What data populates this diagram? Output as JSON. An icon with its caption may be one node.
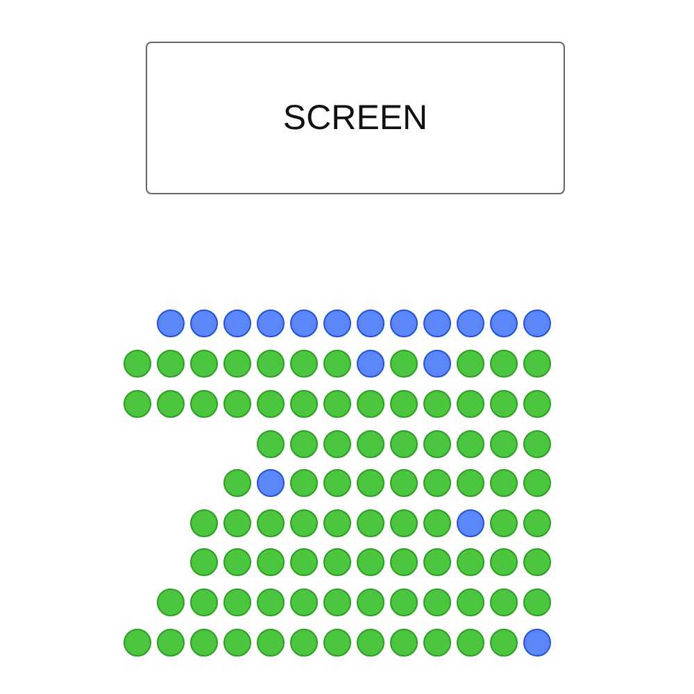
{
  "diagram": {
    "nodes": [
      {
        "text": [
          "SCREEN"
        ]
      },
      {
        "text": [],
        "shape": "circle"
      },
      {
        "text": [],
        "shape": "circle"
      },
      {
        "text": [],
        "shape": "circle"
      },
      {
        "text": [],
        "shape": "circle"
      },
      {
        "text": [],
        "shape": "circle"
      },
      {
        "text": [],
        "shape": "circle"
      },
      {
        "text": [],
        "shape": "circle"
      },
      {
        "text": [],
        "shape": "circle"
      },
      {
        "text": [],
        "shape": "circle"
      },
      {
        "text": [],
        "shape": "circle"
      },
      {
        "text": [],
        "shape": "circle"
      },
      {
        "text": [],
        "shape": "circle"
      },
      {
        "text": [],
        "shape": "circle"
      },
      {
        "text": [],
        "shape": "circle"
      },
      {
        "text": [],
        "shape": "circle"
      },
      {
        "text": [],
        "shape": "circle"
      },
      {
        "text": [],
        "shape": "circle"
      },
      {
        "text": [],
        "shape": "circle"
      },
      {
        "text": [],
        "shape": "circle"
      },
      {
        "text": [],
        "shape": "circle"
      },
      {
        "text": [],
        "shape": "circle"
      },
      {
        "text": [],
        "shape": "circle"
      },
      {
        "text": [],
        "shape": "circle"
      },
      {
        "text": [],
        "shape": "circle"
      },
      {
        "text": [],
        "shape": "circle"
      },
      {
        "text": [],
        "shape": "circle"
      },
      {
        "text": [],
        "shape": "circle"
      },
      {
        "text": [],
        "shape": "circle"
      },
      {
        "text": [],
        "shape": "circle"
      },
      {
        "text": [],
        "shape": "circle"
      },
      {
        "text": [],
        "shape": "circle"
      },
      {
        "text": [],
        "shape": "circle"
      },
      {
        "text": [],
        "shape": "circle"
      },
      {
        "text": [],
        "shape": "circle"
      },
      {
        "text": [],
        "shape": "circle"
      },
      {
        "text": [],
        "shape": "circle"
      },
      {
        "text": [],
        "shape": "circle"
      },
      {
        "text": [],
        "shape": "circle"
      },
      {
        "text": [],
        "shape": "circle"
      },
      {
        "text": [],
        "shape": "circle"
      },
      {
        "text": [],
        "shape": "circle"
      },
      {
        "text": [],
        "shape": "circle"
      },
      {
        "text": [],
        "shape": "circle"
      },
      {
        "text": [],
        "shape": "circle"
      },
      {
        "text": [],
        "shape": "circle"
      },
      {
        "text": [],
        "shape": "circle"
      },
      {
        "text": [],
        "shape": "circle"
      },
      {
        "text": [],
        "shape": "circle"
      },
      {
        "text": [],
        "shape": "circle"
      },
      {
        "text": [],
        "shape": "circle"
      },
      {
        "text": [],
        "shape": "circle"
      },
      {
        "text": [],
        "shape": "circle"
      },
      {
        "text": [],
        "shape": "circle"
      },
      {
        "text": [],
        "shape": "circle"
      },
      {
        "text": [],
        "shape": "circle"
      },
      {
        "text": [],
        "shape": "circle"
      },
      {
        "text": [],
        "shape": "circle"
      },
      {
        "text": [],
        "shape": "circle"
      },
      {
        "text": [],
        "shape": "circle"
      },
      {
        "text": [],
        "shape": "circle"
      },
      {
        "text": [],
        "shape": "circle"
      },
      {
        "text": [],
        "shape": "circle"
      },
      {
        "text": [],
        "shape": "circle"
      },
      {
        "text": [],
        "shape": "circle"
      },
      {
        "text": [],
        "shape": "circle"
      },
      {
        "text": [],
        "shape": "circle"
      },
      {
        "text": [],
        "shape": "circle"
      },
      {
        "text": [],
        "shape": "circle"
      },
      {
        "text": [],
        "shape": "circle"
      },
      {
        "text": [],
        "shape": "circle"
      },
      {
        "text": [],
        "shape": "circle"
      },
      {
        "text": [],
        "shape": "circle"
      },
      {
        "text": [],
        "shape": "circle"
      },
      {
        "text": [],
        "shape": "circle"
      },
      {
        "text": [],
        "shape": "circle"
      },
      {
        "text": [],
        "shape": "circle"
      },
      {
        "text": [],
        "shape": "circle"
      },
      {
        "text": [],
        "shape": "circle"
      },
      {
        "text": [],
        "shape": "circle"
      },
      {
        "text": [],
        "shape": "circle"
      },
      {
        "text": [],
        "shape": "circle"
      },
      {
        "text": [],
        "shape": "circle"
      },
      {
        "text": [],
        "shape": "circle"
      },
      {
        "text": [],
        "shape": "circle"
      },
      {
        "text": [],
        "shape": "circle"
      },
      {
        "text": [],
        "shape": "circle"
      },
      {
        "text": [],
        "shape": "circle"
      },
      {
        "text": [],
        "shape": "circle"
      },
      {
        "text": [],
        "shape": "circle"
      },
      {
        "text": [],
        "shape": "circle"
      },
      {
        "text": [],
        "shape": "circle"
      },
      {
        "text": [],
        "shape": "circle"
      },
      {
        "text": [],
        "shape": "circle"
      },
      {
        "text": [],
        "shape": "circle"
      },
      {
        "text": [],
        "shape": "circle"
      },
      {
        "text": [],
        "shape": "circle"
      },
      {
        "text": [],
        "shape": "circle"
      },
      {
        "text": [],
        "shape": "circle"
      },
      {
        "text": [],
        "shape": "circle"
      },
      {
        "text": [],
        "shape": "circle"
      },
      {
        "text": [],
        "shape": "circle"
      },
      {
        "text": [],
        "shape": "circle"
      },
      {
        "text": [],
        "shape": "circle"
      },
      {
        "text": [],
        "shape": "circle"
      }
    ]
  }
}
